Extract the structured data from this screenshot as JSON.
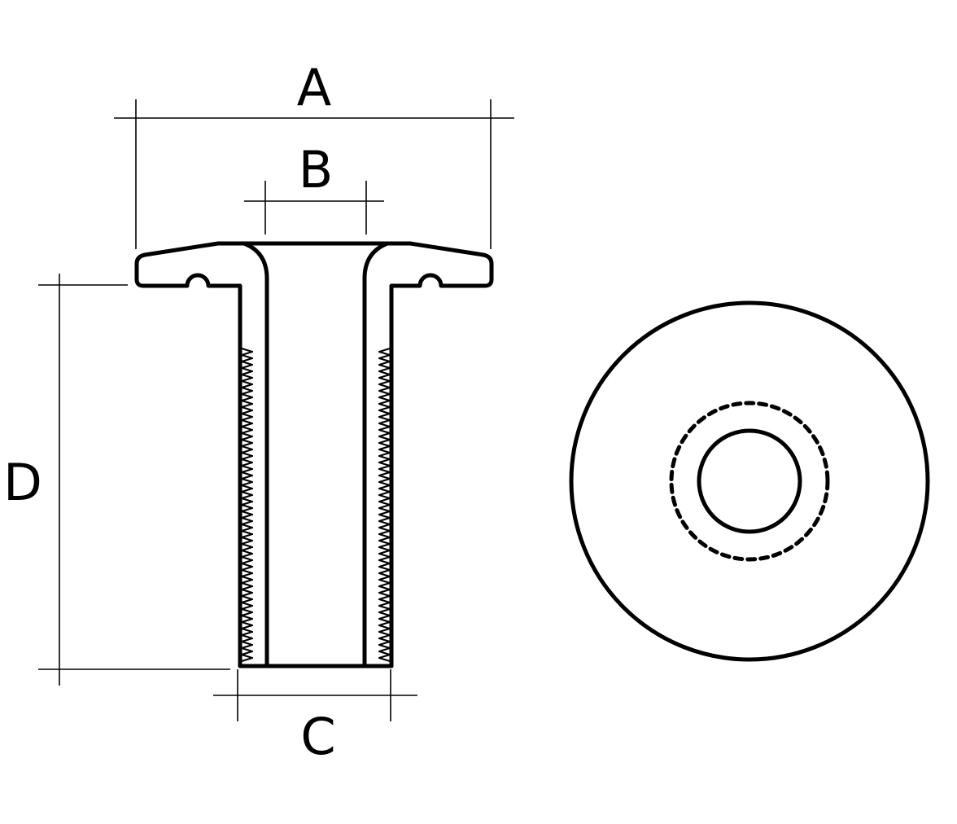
{
  "labels": {
    "overall_flange_diameter": "A",
    "bore_diameter": "B",
    "thread_diameter": "C",
    "thread_length": "D"
  },
  "colors": {
    "line": "#000000",
    "background": "#ffffff"
  }
}
